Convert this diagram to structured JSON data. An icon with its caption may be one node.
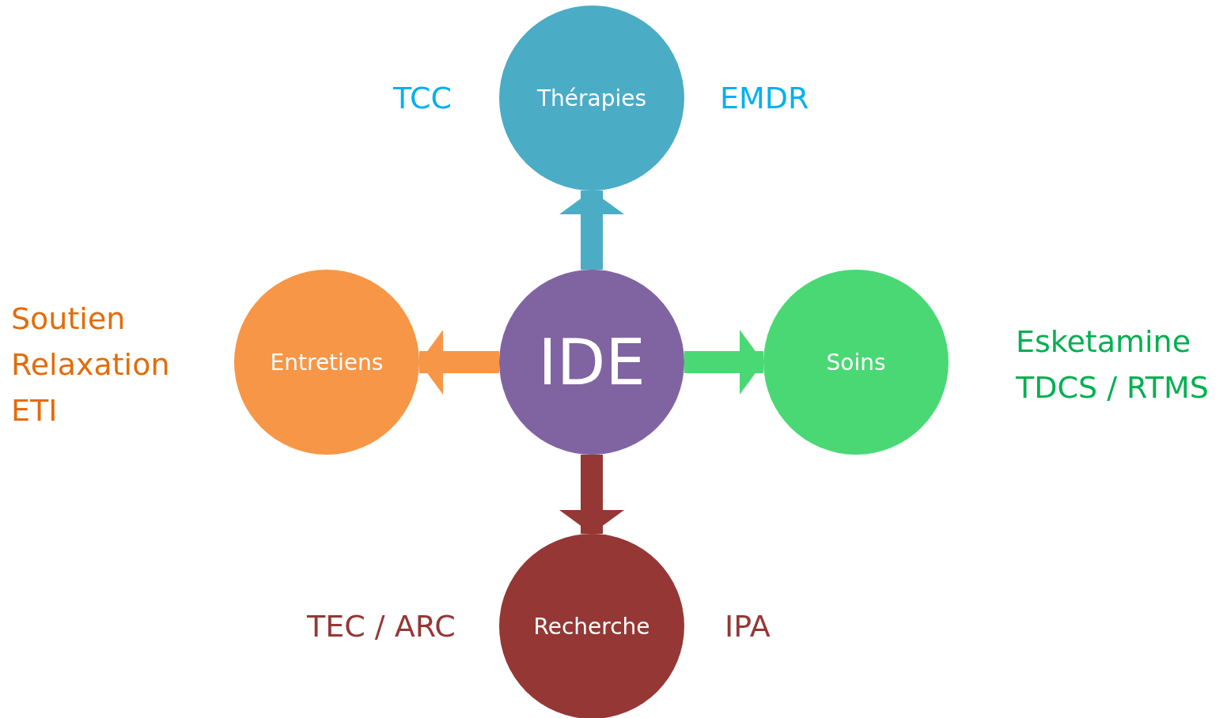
{
  "diagram": {
    "nodes": [
      {
        "text": [
          "Thérapies"
        ],
        "beside": [
          "TCC",
          "EMDR"
        ]
      },
      {
        "text": [
          "Entretiens"
        ],
        "beside": [
          "Soutien",
          "Relaxation",
          "ETI"
        ]
      },
      {
        "text": [
          "IDE"
        ]
      },
      {
        "text": [
          "Soins"
        ],
        "beside": [
          "Esketamine",
          "TDCS / RTMS"
        ]
      },
      {
        "text": [
          "Recherche"
        ],
        "beside": [
          "TEC / ARC",
          "IPA"
        ]
      }
    ],
    "edges": [
      {
        "from": 2,
        "to": 0,
        "arrow": "to",
        "color": "#4bacc6"
      },
      {
        "from": 2,
        "to": 1,
        "arrow": "to",
        "color": "#f79646"
      },
      {
        "from": 2,
        "to": 3,
        "arrow": "to",
        "color": "#4ad874"
      },
      {
        "from": 2,
        "to": 4,
        "arrow": "to",
        "color": "#953735"
      }
    ]
  }
}
